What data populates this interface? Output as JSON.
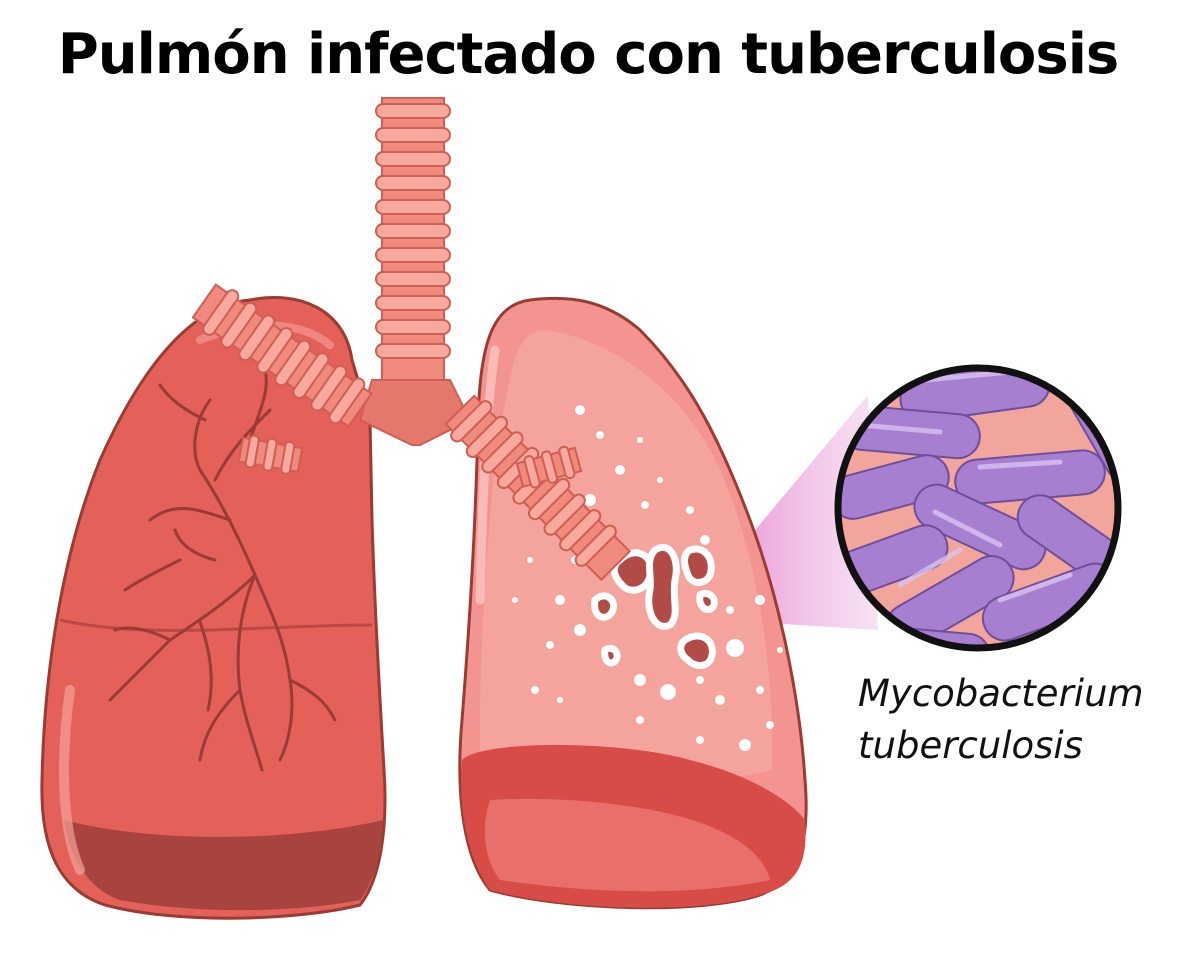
{
  "title": "Pulmón infectado con tuberculosis",
  "bacterium_label": {
    "line1": "Mycobacterium",
    "line2": "tuberculosis"
  },
  "colors": {
    "lung_outline": "#9a3b34",
    "left_lung": "#e4615a",
    "right_lung": "#f39490",
    "trachea": "#f08a7c",
    "trachea_ring": "#cf5e54",
    "bacteria": "#a77fd0",
    "bacteria_bg": "#f2a59b",
    "magnifier_cone": "#e8b6e4"
  }
}
